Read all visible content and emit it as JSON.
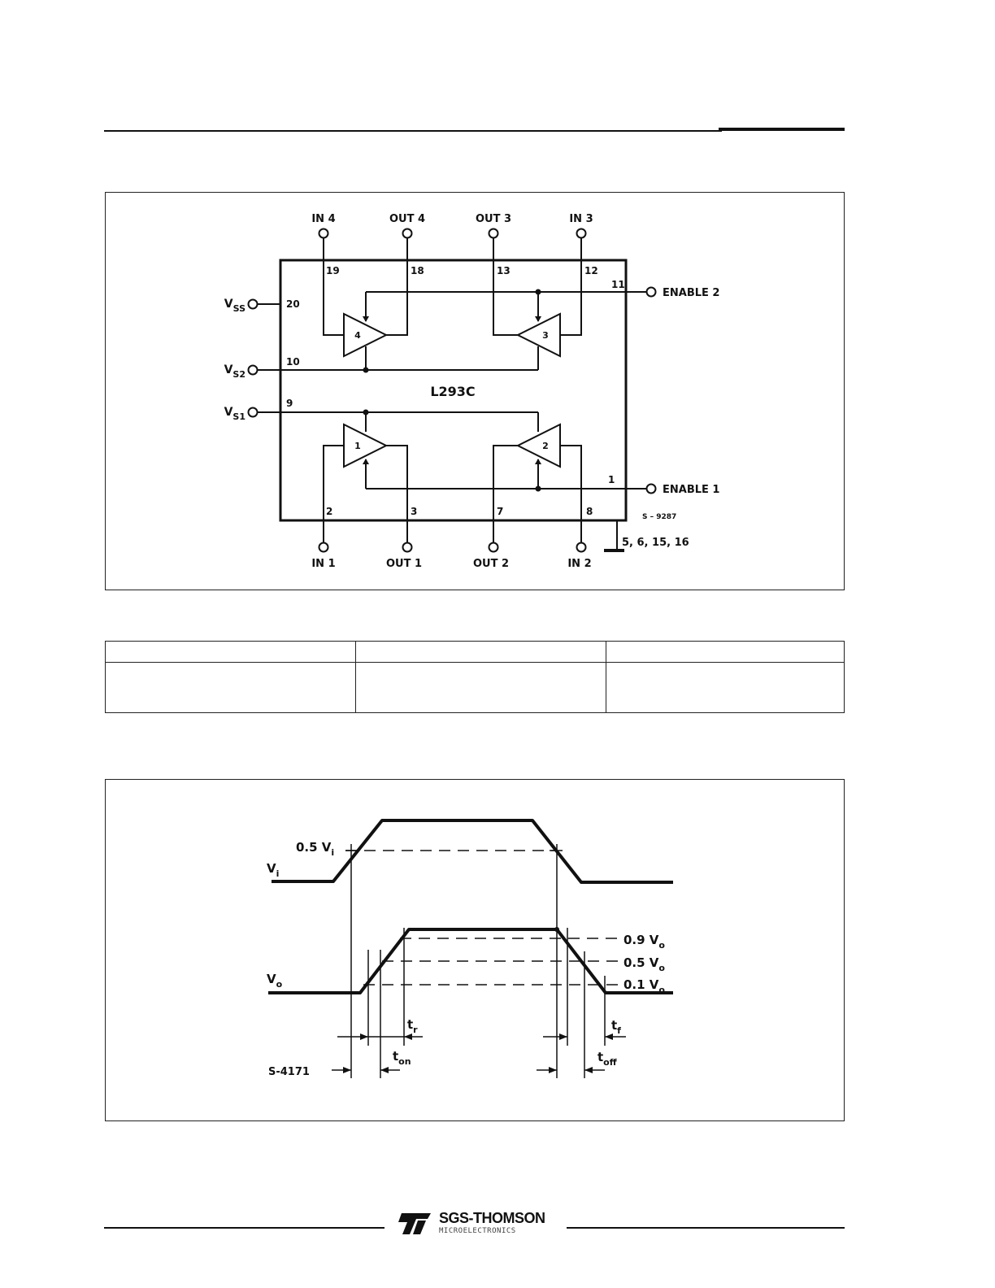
{
  "pinout": {
    "chip_label": "L293C",
    "top_labels": [
      "IN 4",
      "OUT 4",
      "OUT 3",
      "IN 3"
    ],
    "top_pins": [
      "19",
      "18",
      "13",
      "12"
    ],
    "bottom_labels": [
      "IN 1",
      "OUT 1",
      "OUT 2",
      "IN 2"
    ],
    "bottom_pins": [
      "2",
      "3",
      "7",
      "8"
    ],
    "left_supplies": [
      {
        "main": "V",
        "sub": "SS",
        "pin": "20"
      },
      {
        "main": "V",
        "sub": "S2",
        "pin": "10"
      },
      {
        "main": "V",
        "sub": "S1",
        "pin": "9"
      }
    ],
    "enable2": {
      "label": "ENABLE 2",
      "pin": "11"
    },
    "enable1": {
      "label": "ENABLE 1",
      "pin": "1"
    },
    "ground_pins": "5, 6, 15, 16",
    "code": "S – 9287",
    "drivers": [
      "4",
      "3",
      "1",
      "2"
    ]
  },
  "timing": {
    "vi_label": {
      "main": "V",
      "sub": "i"
    },
    "vo_label": {
      "main": "V",
      "sub": "o"
    },
    "half_vi": {
      "main": "0.5 V",
      "sub": "i"
    },
    "levels": [
      {
        "main": "0.9 V",
        "sub": "o"
      },
      {
        "main": "0.5 V",
        "sub": "o"
      },
      {
        "main": "0.1 V",
        "sub": "o"
      }
    ],
    "tr": {
      "main": "t",
      "sub": "r"
    },
    "ton": {
      "main": "t",
      "sub": "on"
    },
    "tf": {
      "main": "t",
      "sub": "f"
    },
    "toff": {
      "main": "t",
      "sub": "off"
    },
    "code": "S-4171"
  },
  "footer": {
    "brand": "SGS-THOMSON",
    "tagline": "MICROELECTRONICS"
  }
}
